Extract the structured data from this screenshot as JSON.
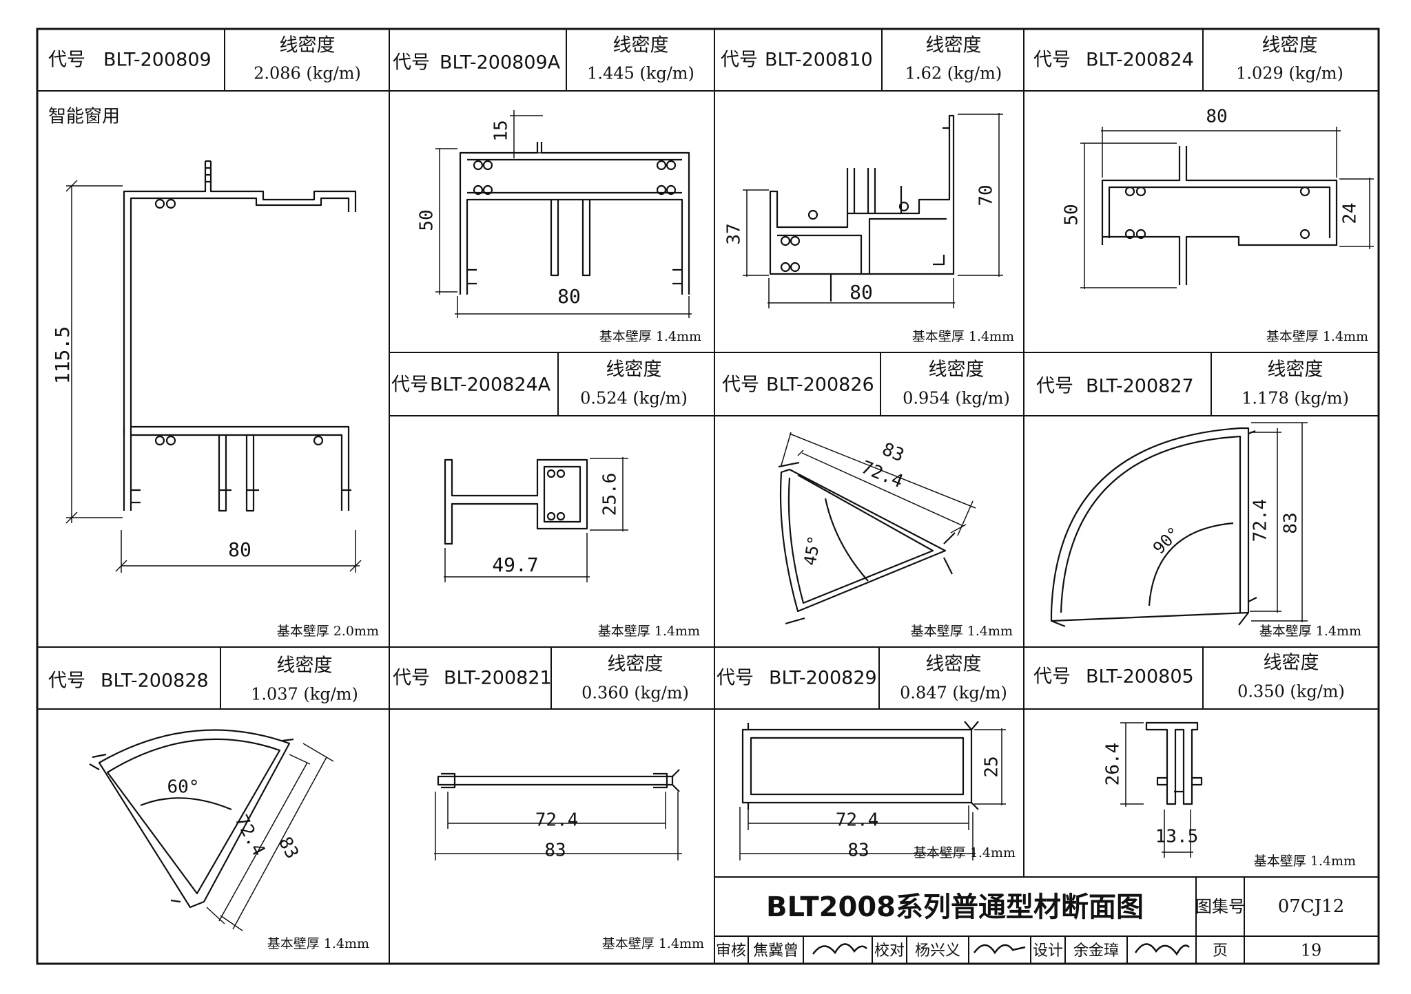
{
  "profiles": [
    {
      "code_prefix": "代号",
      "code": "BLT-200809",
      "density_label": "线密度",
      "density": "2.086 (kg/m)",
      "note": "智能窗用",
      "thickness": "基本壁厚 2.0mm",
      "dims": [
        "115.5",
        "80"
      ]
    },
    {
      "code_prefix": "代号",
      "code": "BLT-200809A",
      "density_label": "线密度",
      "density": "1.445 (kg/m)",
      "thickness": "基本壁厚 1.4mm",
      "dims": [
        "15",
        "50",
        "80"
      ]
    },
    {
      "code_prefix": "代号",
      "code": "BLT-200810",
      "density_label": "线密度",
      "density": "1.62 (kg/m)",
      "thickness": "基本壁厚 1.4mm",
      "dims": [
        "37",
        "70",
        "80"
      ]
    },
    {
      "code_prefix": "代号",
      "code": "BLT-200824",
      "density_label": "线密度",
      "density": "1.029 (kg/m)",
      "thickness": "基本壁厚 1.4mm",
      "dims": [
        "80",
        "50",
        "24"
      ]
    },
    {
      "code_prefix": "代号",
      "code": "BLT-200824A",
      "density_label": "线密度",
      "density": "0.524 (kg/m)",
      "thickness": "基本壁厚 1.4mm",
      "dims": [
        "25.6",
        "49.7"
      ]
    },
    {
      "code_prefix": "代号",
      "code": "BLT-200826",
      "density_label": "线密度",
      "density": "0.954 (kg/m)",
      "thickness": "基本壁厚 1.4mm",
      "dims": [
        "83",
        "72.4",
        "45°"
      ]
    },
    {
      "code_prefix": "代号",
      "code": "BLT-200827",
      "density_label": "线密度",
      "density": "1.178 (kg/m)",
      "thickness": "基本壁厚 1.4mm",
      "dims": [
        "72.4",
        "83",
        "90°"
      ]
    },
    {
      "code_prefix": "代号",
      "code": "BLT-200828",
      "density_label": "线密度",
      "density": "1.037 (kg/m)",
      "thickness": "基本壁厚 1.4mm",
      "dims": [
        "60°",
        "72.4",
        "83"
      ]
    },
    {
      "code_prefix": "代号",
      "code": "BLT-200821",
      "density_label": "线密度",
      "density": "0.360 (kg/m)",
      "thickness": "基本壁厚 1.4mm",
      "dims": [
        "72.4",
        "83"
      ]
    },
    {
      "code_prefix": "代号",
      "code": "BLT-200829",
      "density_label": "线密度",
      "density": "0.847 (kg/m)",
      "thickness": "基本壁厚 1.4mm",
      "dims": [
        "25",
        "72.4",
        "83"
      ]
    },
    {
      "code_prefix": "代号",
      "code": "BLT-200805",
      "density_label": "线密度",
      "density": "0.350 (kg/m)",
      "thickness": "基本壁厚 1.4mm",
      "dims": [
        "26.4",
        "13.5"
      ]
    }
  ],
  "title_block": {
    "title": "BLT2008系列普通型材断面图",
    "atlas_label": "图集号",
    "atlas_no": "07CJ12",
    "review_label": "审核",
    "reviewer": "焦冀曾",
    "check_label": "校对",
    "checker": "杨兴义",
    "design_label": "设计",
    "designer": "余金璋",
    "page_label": "页",
    "page_no": "19"
  }
}
